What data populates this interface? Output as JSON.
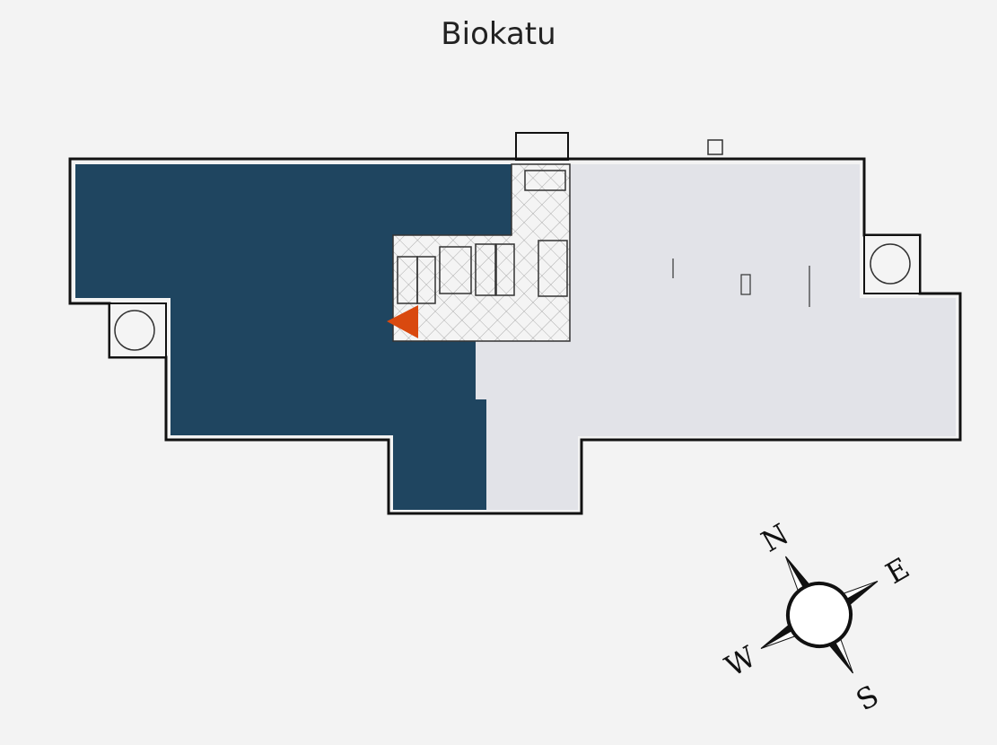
{
  "title": "Biokatu",
  "compass": {
    "north": "N",
    "east": "E",
    "south": "S",
    "west": "W"
  },
  "colors": {
    "selected_area": "#1f4560",
    "other_area": "#e2e3e8",
    "core": "#f4f4f4",
    "marker": "#d9490f",
    "background": "#f3f3f3"
  }
}
